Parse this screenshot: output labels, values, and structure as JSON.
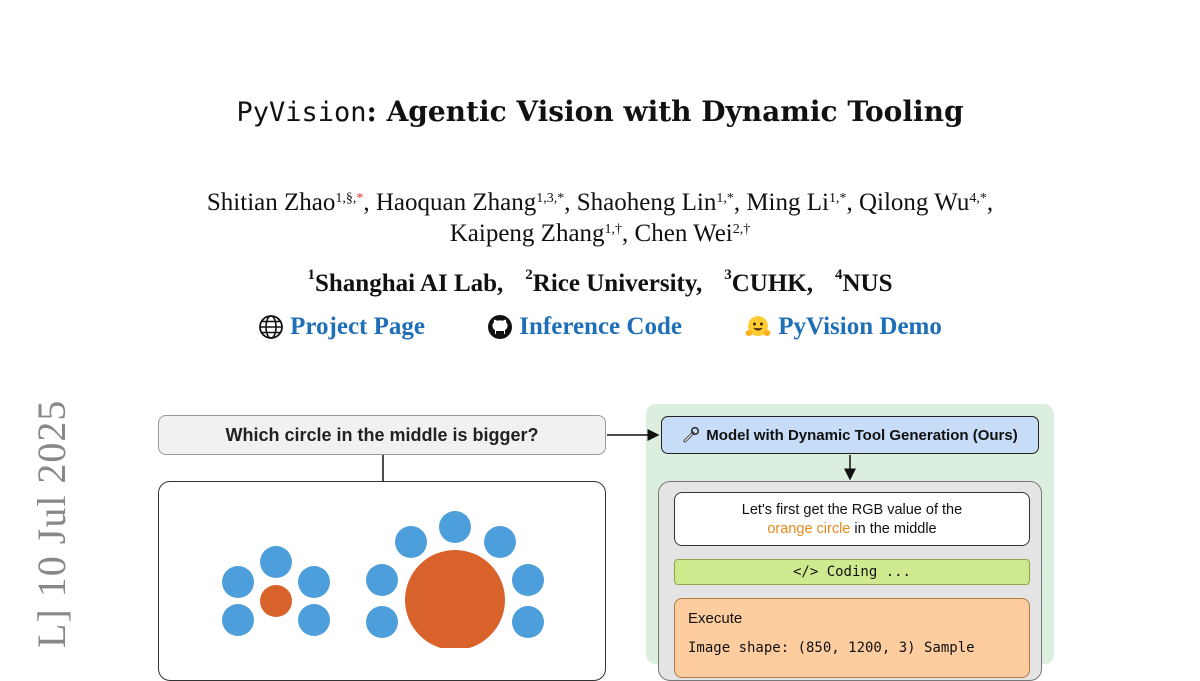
{
  "paper": {
    "title_mono": "PyVision",
    "title_rest": ": Agentic Vision with Dynamic Tooling",
    "authors": [
      {
        "name": "Shitian Zhao",
        "sup": "1,§,",
        "mark": "*",
        "sep": ", "
      },
      {
        "name": "Haoquan Zhang",
        "sup": "1,3,*",
        "sep": ", "
      },
      {
        "name": "Shaoheng Lin",
        "sup": "1,*",
        "sep": ", "
      },
      {
        "name": "Ming Li",
        "sup": "1,*",
        "sep": ", "
      },
      {
        "name": "Qilong Wu",
        "sup": "4,*",
        "sep": ","
      },
      {
        "name": "Kaipeng Zhang",
        "sup": "1,†",
        "sep": ", "
      },
      {
        "name": "Chen Wei",
        "sup": "2,†",
        "sep": ""
      }
    ],
    "affiliations": [
      {
        "num": "1",
        "name": "Shanghai AI Lab,"
      },
      {
        "num": "2",
        "name": "Rice University,"
      },
      {
        "num": "3",
        "name": "CUHK,"
      },
      {
        "num": "4",
        "name": "NUS"
      }
    ],
    "links": [
      {
        "icon": "globe-icon",
        "label": "Project Page"
      },
      {
        "icon": "github-icon",
        "label": "Inference Code"
      },
      {
        "icon": "huggingface-icon",
        "label": "PyVision Demo"
      }
    ],
    "arxiv_side": "L]   10 Jul 2025"
  },
  "figure": {
    "question": "Which circle in the middle is bigger?",
    "model_label": "Model with Dynamic Tool Generation (Ours)",
    "message_line1": "Let's first get the RGB value of the",
    "message_highlight": "orange circle",
    "message_line2_rest": " in the middle",
    "coding_label": "</> Coding ...",
    "execute_label": "Execute",
    "execute_code": "Image shape: (850, 1200, 3) Sample",
    "colors": {
      "blue_circle": "#4d9fdb",
      "orange_circle": "#d9622b",
      "panel_green": "#dceedd",
      "model_blue": "#c6dcf7",
      "coding_green": "#cfe98e",
      "execute_orange": "#fdcda0",
      "link_blue": "#1f6fb8"
    }
  }
}
